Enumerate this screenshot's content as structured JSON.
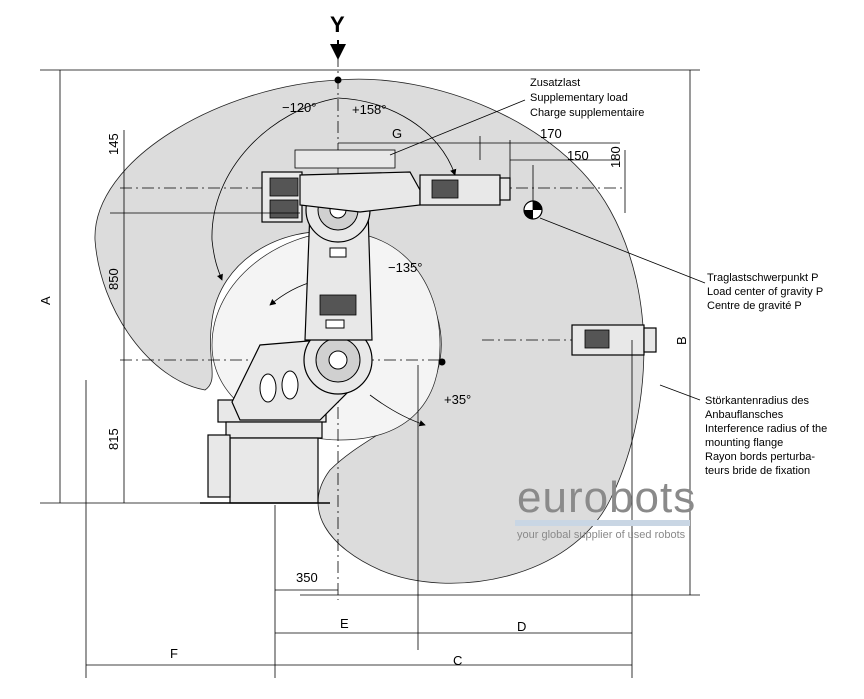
{
  "view": {
    "label": "Y"
  },
  "angles": {
    "a_top_left": "−120°",
    "a_top_right": "+158°",
    "a_mid": "−135°",
    "a_low": "+35°"
  },
  "dimensions": {
    "d145": "145",
    "d850": "850",
    "d815": "815",
    "d170": "170",
    "d150": "150",
    "d180": "180",
    "d350": "350",
    "G": "G",
    "A": "A",
    "B": "B",
    "C": "C",
    "D": "D",
    "E": "E",
    "F": "F"
  },
  "annotations": {
    "supplementary_load": [
      "Zusatzlast",
      "Supplementary load",
      "Charge supplementaire"
    ],
    "load_center": [
      "Traglastschwerpunkt P",
      "Load center of gravity P",
      "Centre de gravité P"
    ],
    "interference_radius": [
      "Störkantenradius des",
      "Anbauflansches",
      "Interference radius of the",
      "mounting flange",
      "Rayon bords perturba-",
      "teurs bride de fixation"
    ]
  },
  "watermark": {
    "brand": "eurobots",
    "tagline": "your global supplier of used robots"
  },
  "colors": {
    "work_envelope": "#dcdcdc",
    "inner_envelope": "#f4f4f4",
    "watermark_band": "#c9d6e4"
  }
}
